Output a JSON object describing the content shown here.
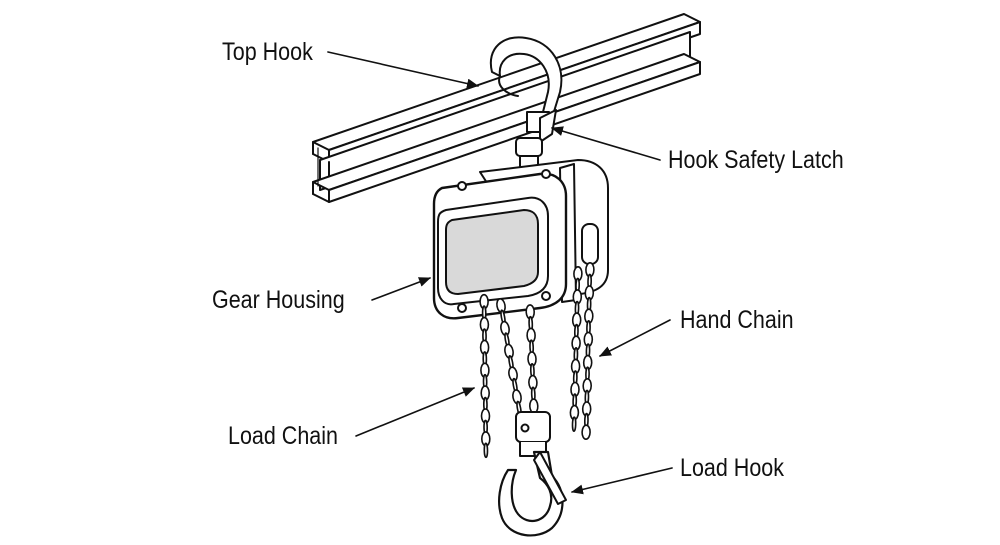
{
  "colors": {
    "ink": "#111111",
    "paper": "#ffffff",
    "shade": "#d9d9d9"
  },
  "labels": {
    "top_hook": "Top Hook",
    "hook_safety_latch": "Hook Safety Latch",
    "gear_housing": "Gear Housing",
    "hand_chain": "Hand Chain",
    "load_chain": "Load Chain",
    "load_hook": "Load Hook"
  }
}
